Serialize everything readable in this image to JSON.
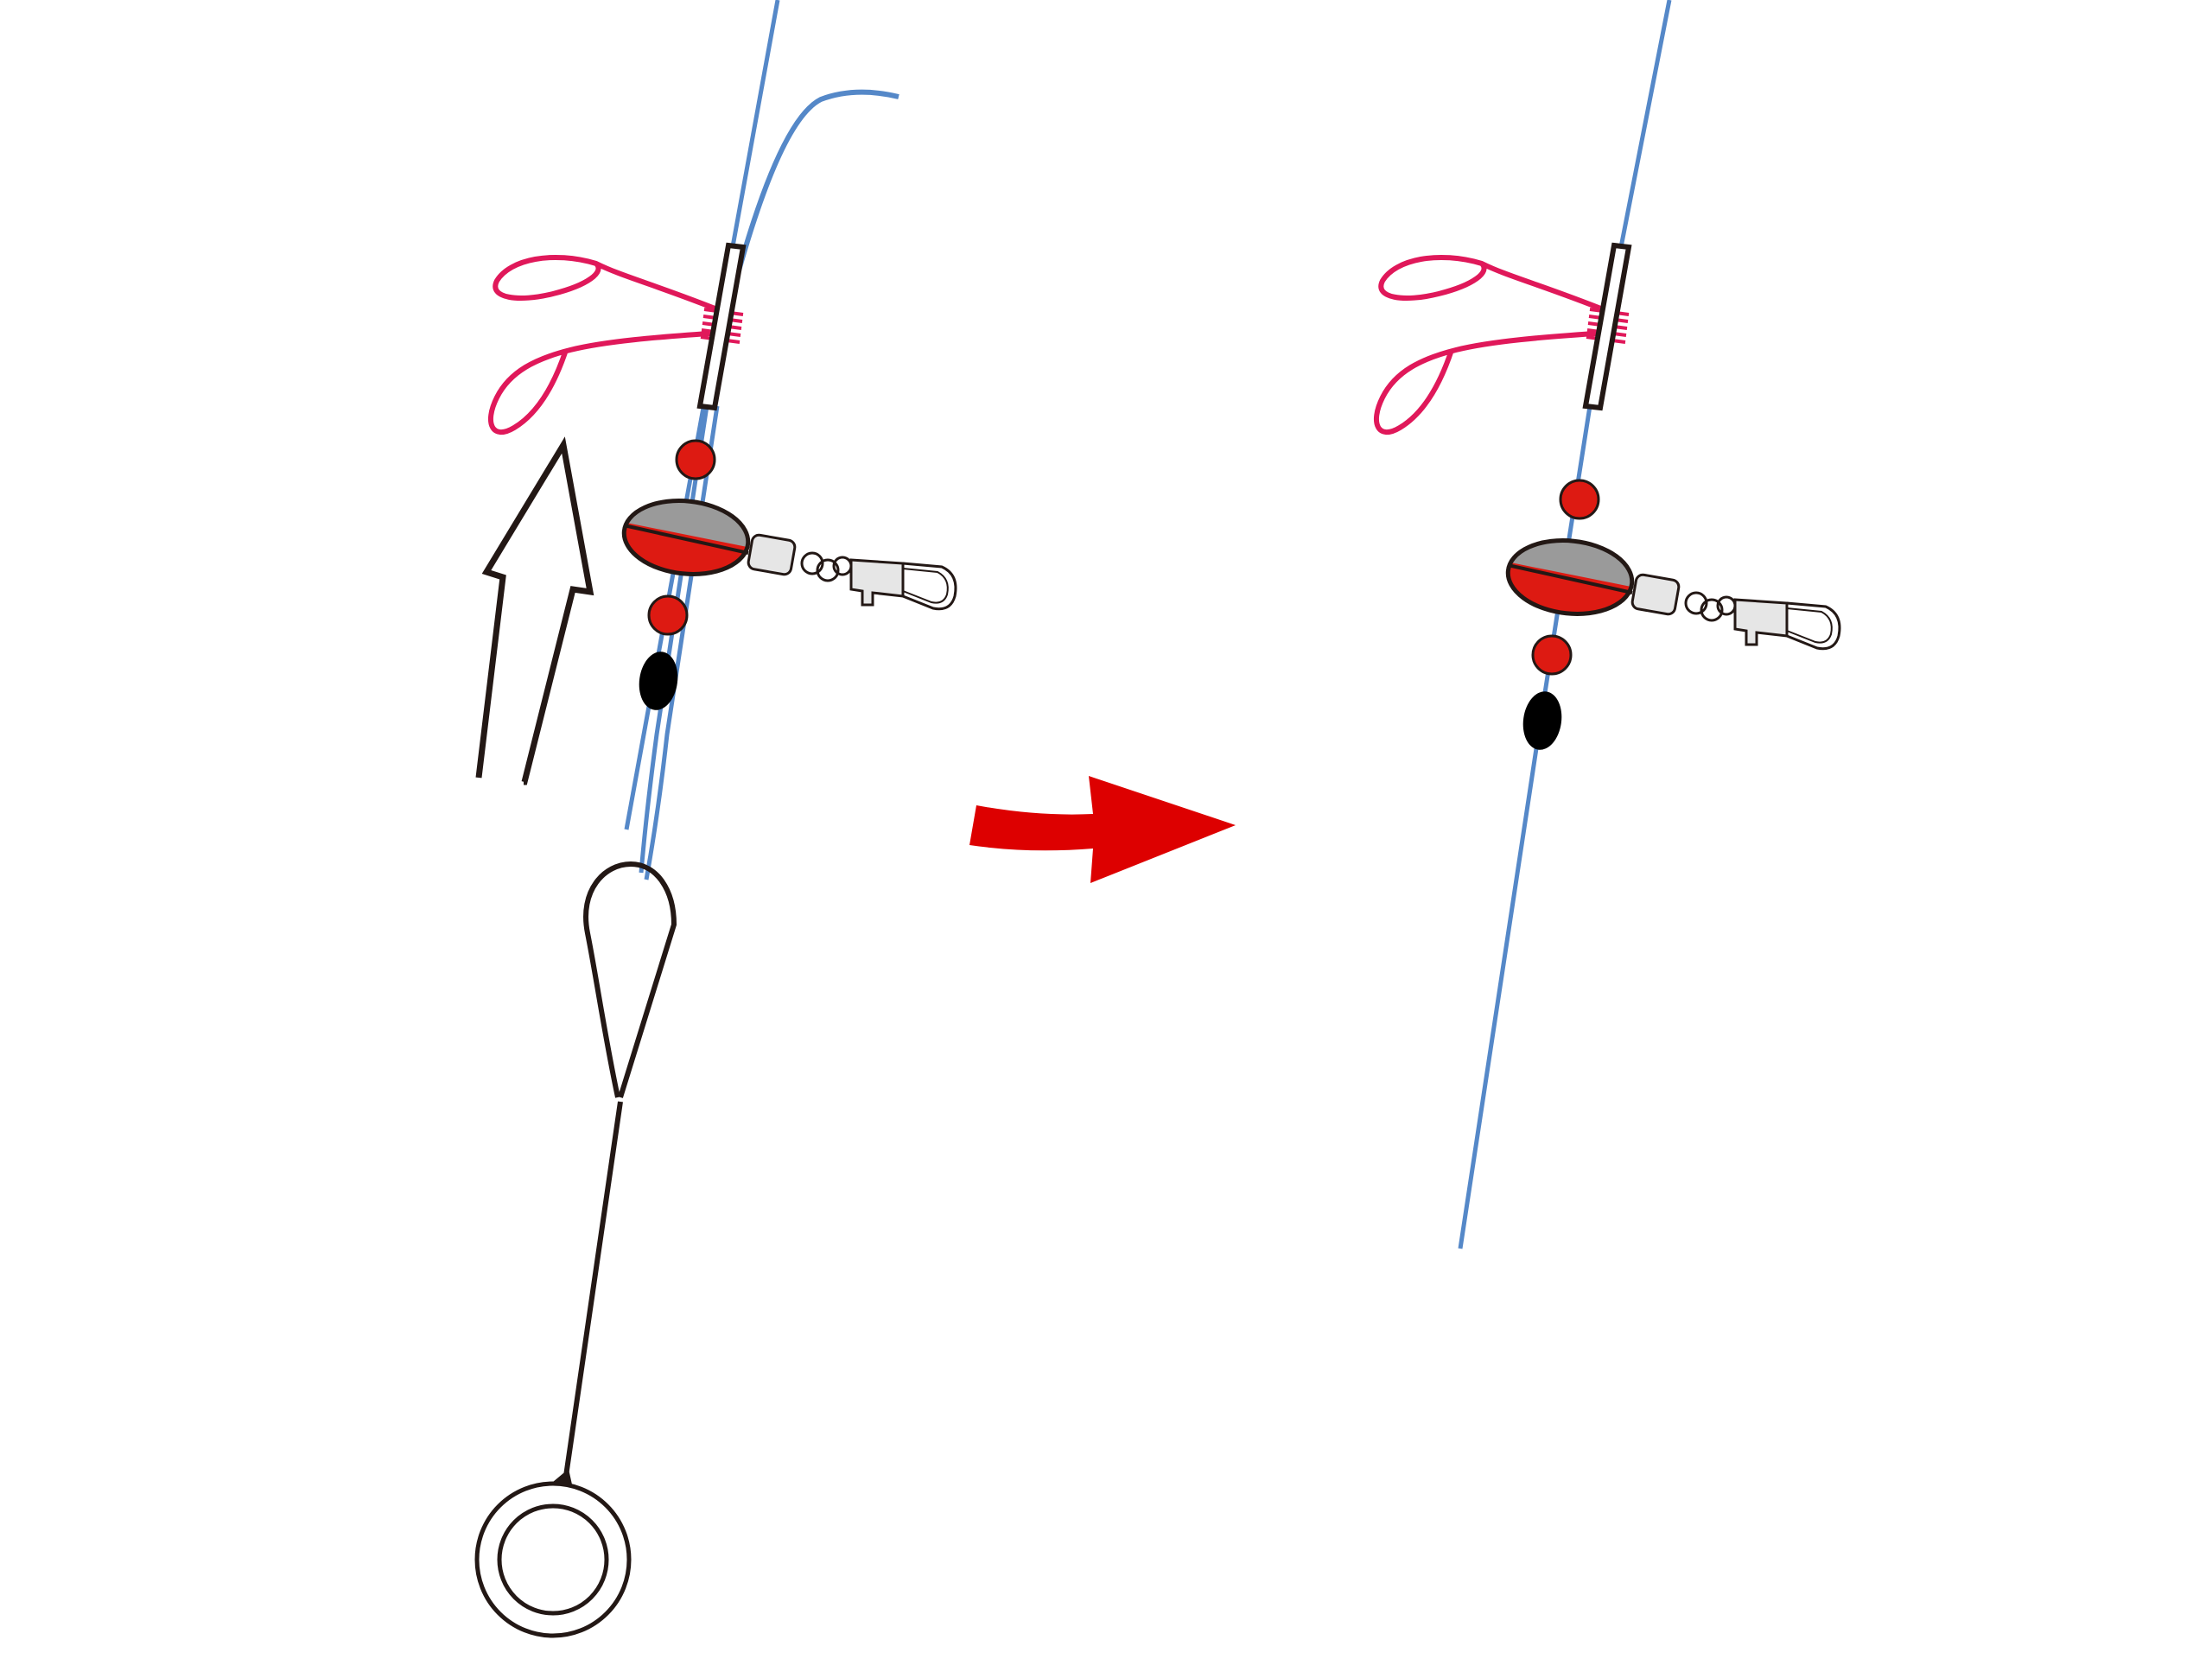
{
  "diagram": {
    "panels": [
      {
        "id": "before",
        "components": [
          "main-line",
          "line-end",
          "rubber-stopper",
          "stopper-sleeve",
          "upper-bead",
          "sinker",
          "lower-bead",
          "black-bead",
          "swivel-snap",
          "threader-tool",
          "up-arrow"
        ]
      },
      {
        "id": "after",
        "components": [
          "main-line",
          "rubber-stopper",
          "stopper-sleeve",
          "upper-bead",
          "sinker",
          "lower-bead",
          "black-bead",
          "swivel-snap"
        ]
      }
    ],
    "transition": "right-arrow"
  },
  "colors": {
    "line": "#5588c8",
    "stopper": "#e0185a",
    "bead": "#dd1a12",
    "sinker_top": "#9a9a9a",
    "sinker_bottom": "#dd1a12",
    "black_bead": "#000000",
    "swivel_fill": "#e6e6e6",
    "tool": "#231815",
    "transition_arrow": "#dd0000",
    "outline": "#231815"
  }
}
